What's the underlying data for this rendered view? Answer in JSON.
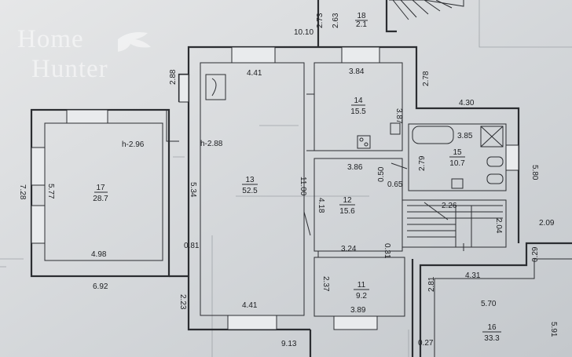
{
  "watermark": {
    "line1": "Home",
    "line2": "Hunter"
  },
  "rooms": [
    {
      "id": "17",
      "area": "28.7"
    },
    {
      "id": "13",
      "area": "52.5"
    },
    {
      "id": "14",
      "area": "15.5"
    },
    {
      "id": "15",
      "area": "10.7"
    },
    {
      "id": "12",
      "area": "15.6"
    },
    {
      "id": "11",
      "area": "9.2"
    },
    {
      "id": "16",
      "area": "33.3"
    },
    {
      "id": "18",
      "area": "2.1"
    }
  ],
  "heights": {
    "room17": "h-2.96",
    "room13": "h-2.88"
  },
  "dimensions": {
    "d_10_10": "10.10",
    "d_2_73": "2.73",
    "d_2_63": "2.63",
    "d_2_88_top": "2.88",
    "d_4_41_top": "4.41",
    "d_3_84": "3.84",
    "d_2_78": "2.78",
    "d_4_30": "4.30",
    "d_3_87": "3.87",
    "d_3_85": "3.85",
    "d_2_79": "2.79",
    "d_5_80": "5.80",
    "d_7_28": "7.28",
    "d_5_77": "5.77",
    "d_5_34": "5.34",
    "d_11_00": "11.00",
    "d_3_86": "3.86",
    "d_0_65": "0.65",
    "d_0_50": "0.50",
    "d_4_18": "4.18",
    "d_2_26": "2.26",
    "d_2_04": "2.04",
    "d_2_09": "2.09",
    "d_4_98": "4.98",
    "d_0_81": "0.81",
    "d_3_24": "3.24",
    "d_0_31": "0.31",
    "d_6_92": "6.92",
    "d_2_37": "2.37",
    "d_4_31": "4.31",
    "d_0_29": "0.29",
    "d_2_23": "2.23",
    "d_2_81": "2.81",
    "d_5_70": "5.70",
    "d_4_41_bottom": "4.41",
    "d_3_89": "3.89",
    "d_9_13": "9.13",
    "d_0_27": "0.27",
    "d_5_91": "5.91"
  }
}
